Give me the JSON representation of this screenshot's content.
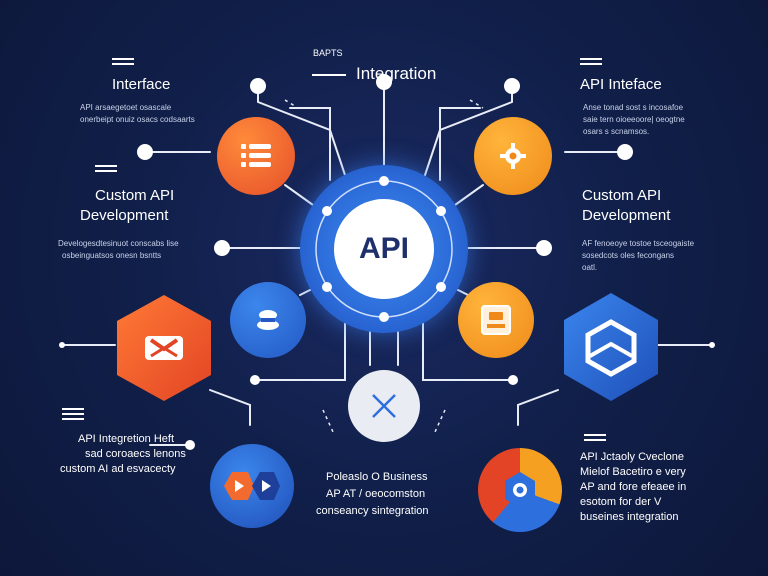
{
  "header": {
    "kicker": "BAPTS",
    "title": "Integration"
  },
  "hub": {
    "label": "API"
  },
  "left": {
    "block1": {
      "title": "Interface",
      "desc": [
        "API arsaegetoet osascale",
        "onerbeipt onuiz osacs codsaarts"
      ]
    },
    "block2": {
      "title": [
        "Custom API",
        "Development"
      ],
      "desc": [
        "Develogesdtesinuot conscabs lise",
        "osbeinguatsos onesn bsntts"
      ]
    },
    "block3": {
      "lines": [
        "API Integretion  Heft",
        "sad coroaecs lenons",
        "custom AI ad esvacecty"
      ]
    }
  },
  "right": {
    "block1": {
      "title": "API Inteface",
      "desc": [
        "Anse tonad sost s incosafoe",
        "saie tern oioeeoore| oeogtne",
        "osars s scnamsos."
      ]
    },
    "block2": {
      "title": [
        "Custom API",
        "Development"
      ],
      "desc": [
        "AF fenoeoye tostoe tsceogaiste",
        "sosedcots oles fecongans",
        "oatl."
      ]
    },
    "block3": {
      "lines": [
        "API  Jctaoly Cveclone",
        "Mielof Bacetiro e very",
        "AP  and fore efeaee in",
        "esotom for der V",
        "buseines integration"
      ]
    }
  },
  "bottom": {
    "lines": [
      "Poleaslo  O Business",
      "AP AT / oeocomston",
      "conseancy sintegration"
    ]
  },
  "colors": {
    "orange": "#f26a2e",
    "amber": "#f5a020",
    "blue": "#2d6fdd",
    "background": "#0f1a40"
  },
  "icons": [
    "list-icon",
    "gear-icon",
    "share-icon",
    "link-icon",
    "window-icon",
    "cube-icon",
    "close-icon",
    "play-icon",
    "pie-icon",
    "grid-icon"
  ]
}
